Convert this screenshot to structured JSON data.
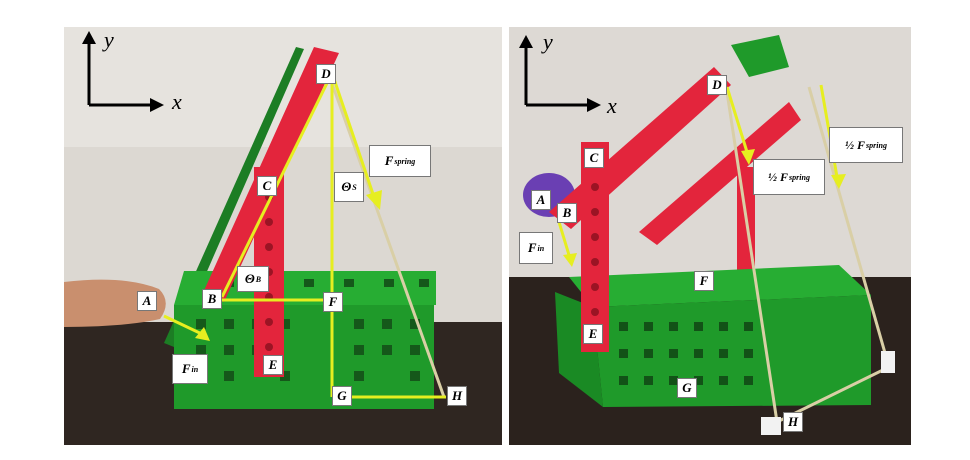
{
  "figure": {
    "left_panel": {
      "axis": {
        "y": "y",
        "x": "x"
      },
      "points": {
        "A": "A",
        "B": "B",
        "C": "C",
        "D": "D",
        "E": "E",
        "F": "F",
        "G": "G",
        "H": "H"
      },
      "f_in": {
        "main": "F",
        "sub": "in"
      },
      "f_spring": {
        "main": "F",
        "sub": "spring"
      },
      "theta_s": {
        "main": "Θ",
        "sub": "S"
      },
      "theta_b": {
        "main": "Θ",
        "sub": "B"
      }
    },
    "right_panel": {
      "axis": {
        "y": "y",
        "x": "x"
      },
      "points": {
        "A": "A",
        "B": "B",
        "C": "C",
        "D": "D",
        "E": "E",
        "F": "F",
        "G": "G",
        "H": "H"
      },
      "f_in": {
        "main": "F",
        "sub": "in"
      },
      "half_spring_1": {
        "prefix": "½",
        "main": "F",
        "sub": "spring"
      },
      "half_spring_2": {
        "prefix": "½",
        "main": "F",
        "sub": "spring"
      }
    }
  },
  "colors": {
    "wall": "#ddd9d3",
    "table": "#2e2520",
    "green_part": "#1f9a2a",
    "red_part": "#e3253c",
    "vector": "#e6ee20",
    "spring": "#d9cfa6"
  }
}
